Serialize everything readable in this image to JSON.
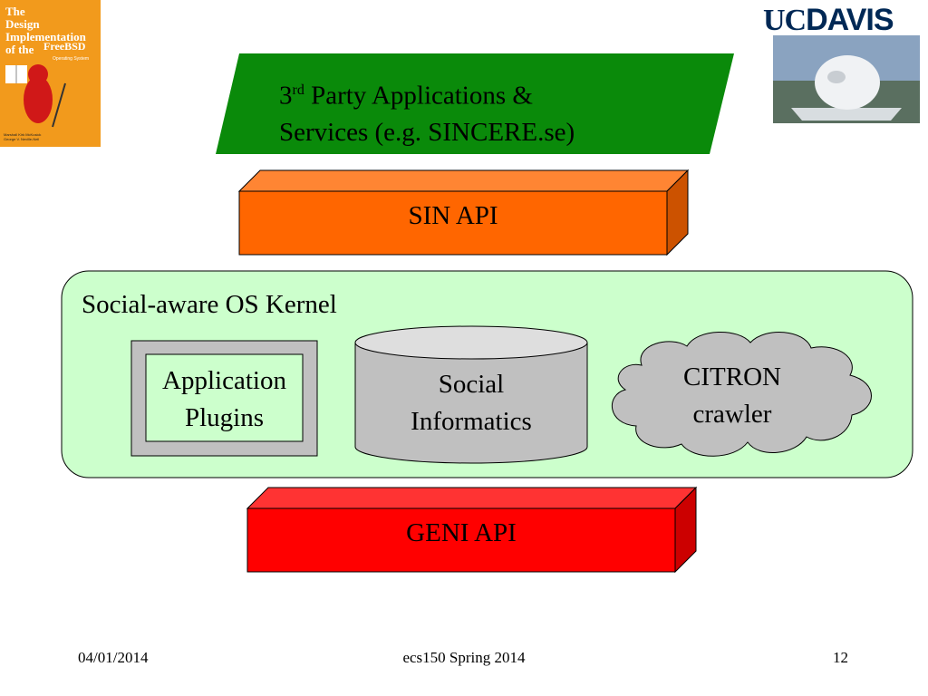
{
  "book_cover": {
    "title_text": "The Design and Implementation of the FreeBSD Operating System",
    "authors_text": "Marshall Kirk McKusick George V. Neville-Neil"
  },
  "logo": {
    "uc": "UC",
    "davis": "DAVIS"
  },
  "diagram": {
    "third_party": {
      "line1_prefix": "3",
      "line1_sup": "rd",
      "line1_rest": " Party Applications &",
      "line2": "Services (e.g. SINCERE.se)"
    },
    "sin_api": {
      "label": "SIN API"
    },
    "kernel": {
      "title": "Social-aware OS Kernel",
      "plugins": {
        "line1": "Application",
        "line2": "Plugins"
      },
      "informatics": {
        "line1": "Social",
        "line2": "Informatics"
      },
      "citron": {
        "line1": "CITRON",
        "line2": "crawler"
      }
    },
    "geni_api": {
      "label": "GENI API"
    }
  },
  "footer": {
    "date": "04/01/2014",
    "course": "ecs150 Spring 2014",
    "page": "12"
  },
  "colors": {
    "green_banner": "#0a8a0a",
    "sin_api_front": "#ff6600",
    "sin_api_top": "#ff8533",
    "sin_api_side": "#cc5200",
    "kernel_fill": "#ccffcc",
    "geni_front": "#ff0000",
    "geni_top": "#ff3333",
    "geni_side": "#cc0000",
    "gray_shape": "#c0c0c0"
  }
}
